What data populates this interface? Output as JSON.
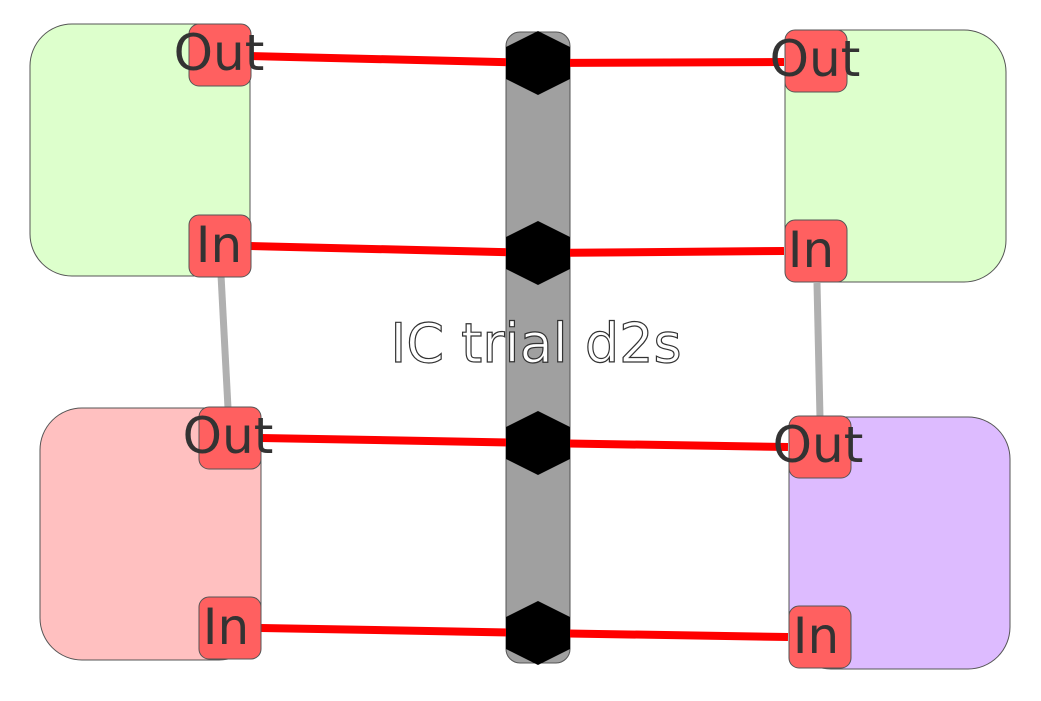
{
  "title": "IC trial d2s",
  "colors": {
    "module_top_left": "#ddffcc",
    "module_top_right": "#ddffcc",
    "module_bottom_left": "#ffc0c0",
    "module_bottom_right": "#ddbbff",
    "port_fill": "#ff6060",
    "port_text": "#333333",
    "wire": "#ff0000",
    "link": "#b0b0b0",
    "bus": "#a0a0a0",
    "connector": "#000000"
  },
  "modules": [
    {
      "id": "top_left",
      "ports": {
        "out": "Out",
        "in": "In"
      }
    },
    {
      "id": "top_right",
      "ports": {
        "out": "Out",
        "in": "In"
      }
    },
    {
      "id": "bottom_left",
      "ports": {
        "out": "Out",
        "in": "In"
      }
    },
    {
      "id": "bottom_right",
      "ports": {
        "out": "Out",
        "in": "In"
      }
    }
  ]
}
